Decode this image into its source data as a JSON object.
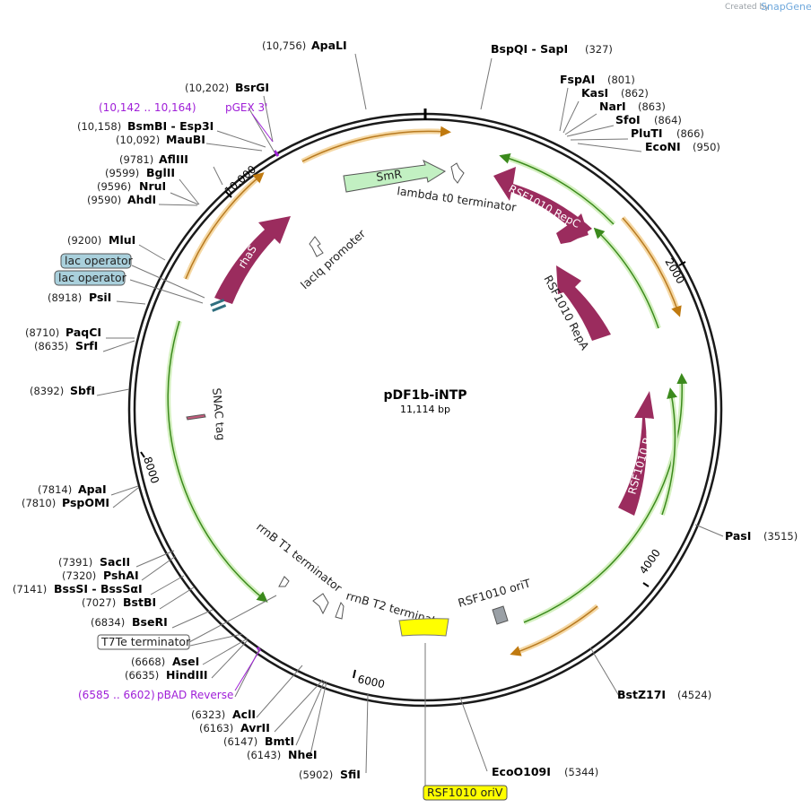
{
  "brand": {
    "created_by": "Created by",
    "app": "SnapGene"
  },
  "plasmid": {
    "name": "pDF1b-iNTP",
    "size": "11,114 bp"
  },
  "ticks": [
    "10,000",
    "2000",
    "4000",
    "6000",
    "8000"
  ],
  "sites": [
    {
      "name": "ApaLI",
      "pos": "(10,756)"
    },
    {
      "name": "BspQI - SapI",
      "pos": "(327)"
    },
    {
      "name": "FspAI",
      "pos": "(801)"
    },
    {
      "name": "KasI",
      "pos": "(862)"
    },
    {
      "name": "NarI",
      "pos": "(863)"
    },
    {
      "name": "SfoI",
      "pos": "(864)"
    },
    {
      "name": "PluTI",
      "pos": "(866)"
    },
    {
      "name": "EcoNI",
      "pos": "(950)"
    },
    {
      "name": "BsrGI",
      "pos": "(10,202)"
    },
    {
      "name": "BsmBI - Esp3I",
      "pos": "(10,158)"
    },
    {
      "name": "MauBI",
      "pos": "(10,092)"
    },
    {
      "name": "AflIII",
      "pos": "(9781)"
    },
    {
      "name": "BglII",
      "pos": "(9599)"
    },
    {
      "name": "NruI",
      "pos": "(9596)"
    },
    {
      "name": "AhdI",
      "pos": "(9590)"
    },
    {
      "name": "MluI",
      "pos": "(9200)"
    },
    {
      "name": "PsiI",
      "pos": "(8918)"
    },
    {
      "name": "PaqCI",
      "pos": "(8710)"
    },
    {
      "name": "SrfI",
      "pos": "(8635)"
    },
    {
      "name": "SbfI",
      "pos": "(8392)"
    },
    {
      "name": "ApaI",
      "pos": "(7814)"
    },
    {
      "name": "PspOMI",
      "pos": "(7810)"
    },
    {
      "name": "SacII",
      "pos": "(7391)"
    },
    {
      "name": "PshAI",
      "pos": "(7320)"
    },
    {
      "name": "BssSI - BssSαI",
      "pos": "(7141)"
    },
    {
      "name": "BstBI",
      "pos": "(7027)"
    },
    {
      "name": "BseRI",
      "pos": "(6834)"
    },
    {
      "name": "AseI",
      "pos": "(6668)"
    },
    {
      "name": "HindIII",
      "pos": "(6635)"
    },
    {
      "name": "AclI",
      "pos": "(6323)"
    },
    {
      "name": "AvrII",
      "pos": "(6163)"
    },
    {
      "name": "BmtI",
      "pos": "(6147)"
    },
    {
      "name": "NheI",
      "pos": "(6143)"
    },
    {
      "name": "SfiI",
      "pos": "(5902)"
    },
    {
      "name": "EcoO109I",
      "pos": "(5344)"
    },
    {
      "name": "BstZ17I",
      "pos": "(4524)"
    },
    {
      "name": "PasI",
      "pos": "(3515)"
    }
  ],
  "primers": [
    {
      "range": "(10,142 .. 10,164)",
      "name": "pGEX 3'"
    },
    {
      "range": "(6585 .. 6602)",
      "name": "pBAD Reverse"
    }
  ],
  "boxed_features": {
    "lac_operator_1": "lac operator",
    "lac_operator_2": "lac operator",
    "t7te": "T7Te terminator",
    "oriv": "RSF1010 oriV"
  },
  "features": {
    "smr": "SmR",
    "lambda_t0": "lambda t0 terminator",
    "rsf_repc": "RSF1010 RepC",
    "rsf_repa": "RSF1010 RepA",
    "rsf_repb": "RSF1010 RepB",
    "rhas": "rhaS",
    "laciq": "lacIq promoter",
    "snac": "SNAC tag",
    "rrnb_t1": "rrnB T1 terminator",
    "rrnb_t2": "rrnB T2 terminator",
    "orit": "RSF1010 oriT"
  },
  "colors": {
    "backbone": "#1a1a1a",
    "orf_orange": "#e8a33a",
    "orf_green": "#7cc24a",
    "cds": "#9b2c5e",
    "marker": "#c2f0c2",
    "primer": "#a020d8",
    "ori": "#ffff00",
    "operator": "#a9d0dc"
  }
}
